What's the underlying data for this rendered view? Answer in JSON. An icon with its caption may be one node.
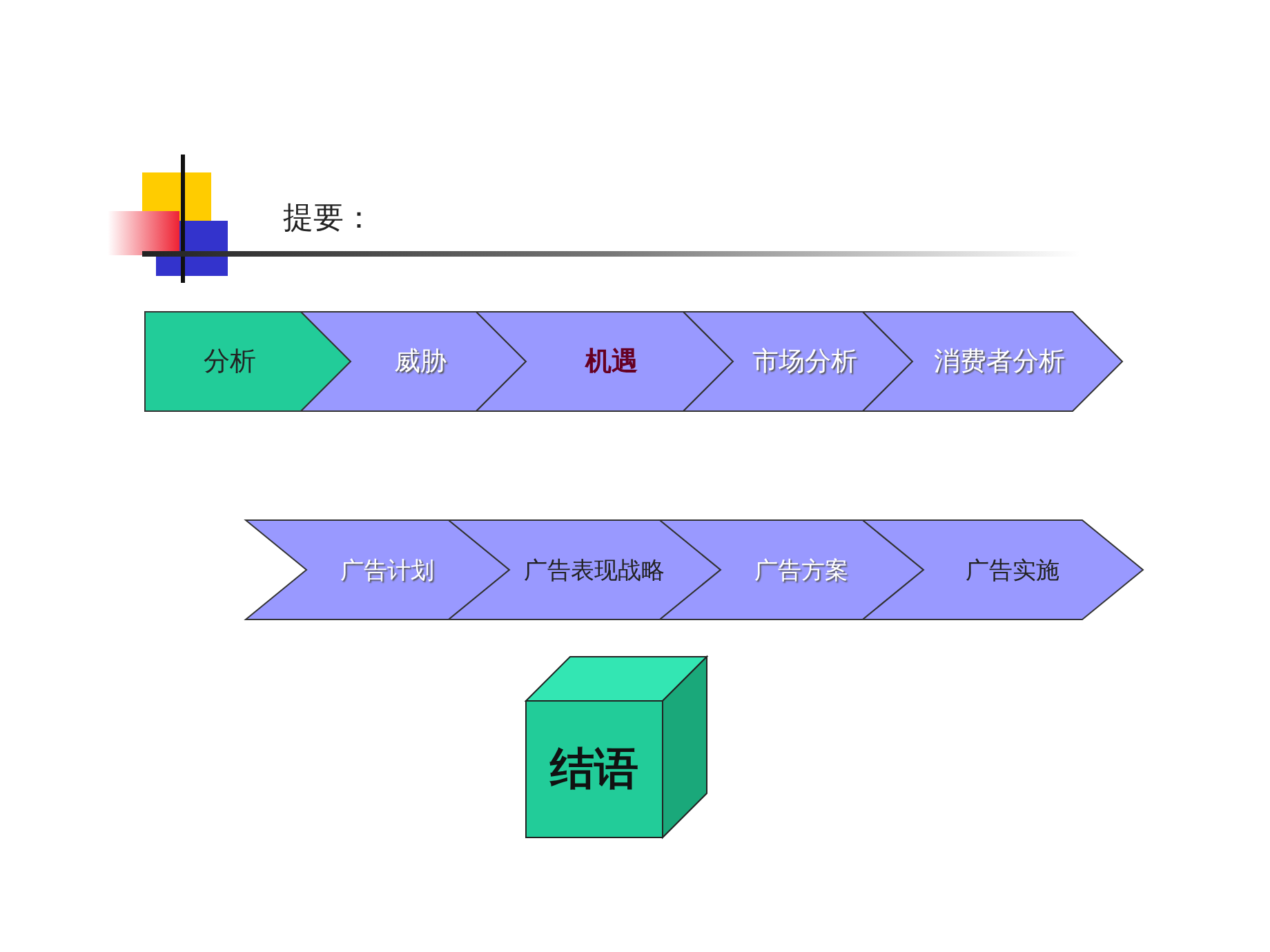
{
  "diagram": {
    "title": "提要：",
    "nodes": [
      {
        "text": [
          "分析"
        ]
      },
      {
        "text": [
          "威胁"
        ]
      },
      {
        "text": [
          "机遇"
        ]
      },
      {
        "text": [
          "市场分析"
        ]
      },
      {
        "text": [
          "消费者分析"
        ]
      },
      {
        "text": [
          "广告计划"
        ]
      },
      {
        "text": [
          "广告表现战略"
        ]
      },
      {
        "text": [
          "广告方案"
        ]
      },
      {
        "text": [
          "广告实施"
        ]
      },
      {
        "text": [
          "结语"
        ]
      }
    ]
  }
}
